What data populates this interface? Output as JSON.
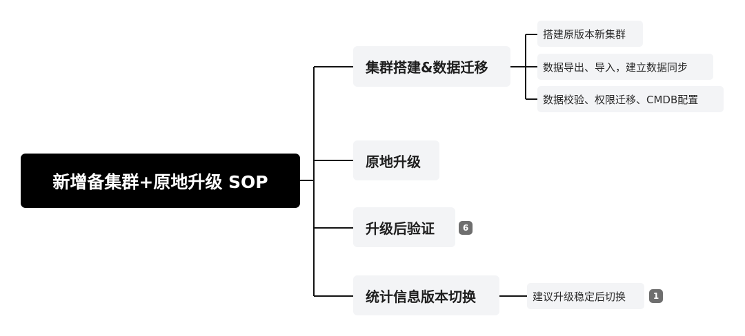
{
  "root": {
    "label": "新增备集群+原地升级 SOP"
  },
  "branches": [
    {
      "label": "集群搭建&数据迁移",
      "children": [
        "搭建原版本新集群",
        "数据导出、导入，建立数据同步",
        "数据校验、权限迁移、CMDB配置"
      ]
    },
    {
      "label": "原地升级"
    },
    {
      "label": "升级后验证",
      "badge": "6"
    },
    {
      "label": "统计信息版本切换",
      "children": [
        "建议升级稳定后切换"
      ],
      "child_badge": "1"
    }
  ],
  "colors": {
    "root_bg": "#000000",
    "node_bg": "#f3f4f6",
    "line": "#111111",
    "badge_bg": "#6e6e6e"
  }
}
